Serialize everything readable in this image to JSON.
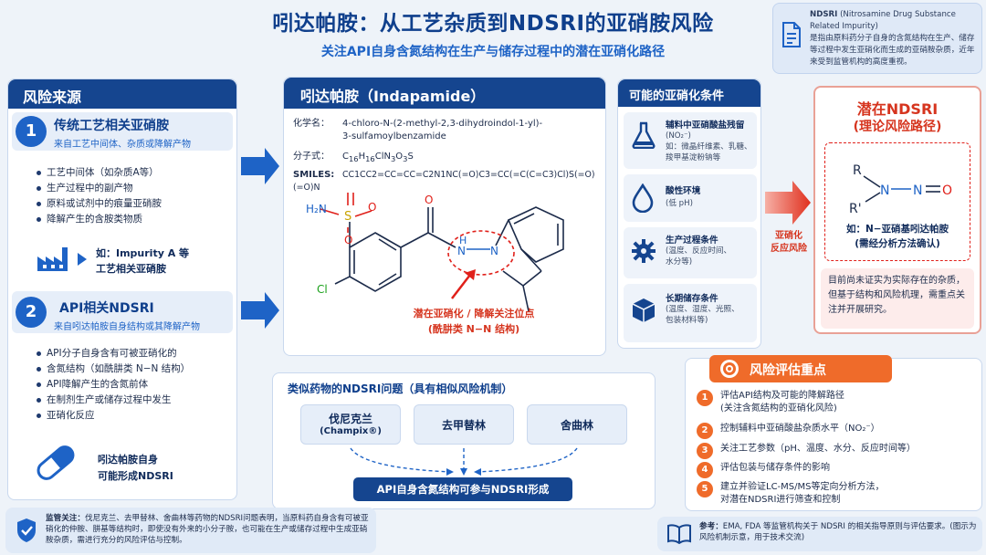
{
  "title": "吲达帕胺：从工艺杂质到NDSRI的亚硝胺风险",
  "subtitle": "关注API自身含氮结构在生产与储存过程中的潜在亚硝化路径",
  "ndsri_def": {
    "term": "NDSRI",
    "term_full": "(Nitrosamine Drug Substance Related Impurity)",
    "text": "是指由原料药分子自身的含氮结构在生产、储存等过程中发生亚硝化而生成的亚硝胺杂质，近年来受到监管机构的高度重视。"
  },
  "risk_source": {
    "header": "风险来源",
    "s1": {
      "num": "1",
      "title": "传统工艺相关亚硝胺",
      "sub": "来自工艺中间体、杂质或降解产物",
      "items": [
        "工艺中间体（如杂质A等）",
        "生产过程中的副产物",
        "原料或试剂中的痕量亚硝胺",
        "降解产生的含胺类物质"
      ],
      "example": [
        "如：Impurity A 等",
        "工艺相关亚硝胺"
      ]
    },
    "s2": {
      "num": "2",
      "title": "API相关NDSRI",
      "sub": "来自吲达帕胺自身结构或其降解产物",
      "items": [
        "API分子自身含有可被亚硝化的",
        "含氮结构（如酰肼类 N−N 结构）",
        "API降解产生的含氮前体",
        "在制剂生产或储存过程中发生",
        "亚硝化反应"
      ],
      "example": [
        "吲达帕胺自身",
        "可能形成NDSRI"
      ]
    }
  },
  "compound": {
    "header": "吲达帕胺（Indapamide）",
    "chem_label": "化学名：",
    "chem_name_1": "4-chloro-N-(2-methyl-2,3-dihydroindol-1-yl)-",
    "chem_name_2": "3-sulfamoylbenzamide",
    "formula_label": "分子式：",
    "formula_main": "C",
    "formula_parts": [
      "16",
      "H",
      "16",
      "ClN",
      "3",
      "O",
      "3",
      "S"
    ],
    "smiles_label": "SMILES:",
    "smiles": "CC1CC2=CC=CC=C2N1NC(=O)C3=CC(=C(C=C3)Cl)S(=O)(=O)N",
    "atoms": {
      "h2n": "H₂N",
      "s": "S",
      "o1": "O",
      "o2": "O",
      "o3": "O",
      "cl": "Cl",
      "h": "H",
      "n1": "N",
      "n2": "N"
    },
    "site_label_1": "潜在亚硝化 / 降解关注位点",
    "site_label_2": "(酰肼类 N−N 结构)"
  },
  "conditions": {
    "header": "可能的亚硝化条件",
    "items": [
      {
        "title": "辅料中亚硝酸盐残留",
        "desc": [
          "(NO₂⁻)",
          "如：微晶纤维素、乳糖、",
          "羧甲基淀粉钠等"
        ],
        "icon": "flask-icon"
      },
      {
        "title": "酸性环境",
        "desc": [
          "(低 pH)"
        ],
        "icon": "droplet-icon"
      },
      {
        "title": "生产过程条件",
        "desc": [
          "(温度、反应时间、",
          "水分等)"
        ],
        "icon": "gear-icon"
      },
      {
        "title": "长期储存条件",
        "desc": [
          "(温度、湿度、光照、",
          "包装材料等)"
        ],
        "icon": "box-icon"
      }
    ]
  },
  "arrow_label": [
    "亚硝化",
    "反应风险"
  ],
  "ndsri": {
    "title_1": "潜在NDSRI",
    "title_2": "(理论风险路径)",
    "r1": "R",
    "r2": "R'",
    "n1": "N",
    "n2": "N",
    "o": "O",
    "example_1": "如：N−亚硝基吲达帕胺",
    "example_2": "(需经分析方法确认)",
    "note": "目前尚未证实为实际存在的杂质，但基于结构和风险机理，需重点关注并开展研究。"
  },
  "similar": {
    "header": "类似药物的NDSRI问题（具有相似风险机制）",
    "drugs": [
      {
        "line1": "伐尼克兰",
        "line2": "(Champix®)"
      },
      {
        "line1": "去甲替林",
        "line2": ""
      },
      {
        "line1": "舍曲林",
        "line2": ""
      }
    ],
    "bottom": "API自身含氮结构可参与NDSRI形成"
  },
  "risk_assessment": {
    "header": "风险评估重点",
    "items": [
      {
        "num": "1",
        "text": [
          "评估API结构及可能的降解路径",
          "(关注含氮结构的亚硝化风险)"
        ]
      },
      {
        "num": "2",
        "text": [
          "控制辅料中亚硝酸盐杂质水平（NO₂⁻）"
        ]
      },
      {
        "num": "3",
        "text": [
          "关注工艺参数（pH、温度、水分、反应时间等）"
        ]
      },
      {
        "num": "4",
        "text": [
          "评估包装与储存条件的影响"
        ]
      },
      {
        "num": "5",
        "text": [
          "建立并验证LC-MS/MS等定向分析方法，",
          "对潜在NDSRI进行筛查和控制"
        ]
      }
    ]
  },
  "regulatory": {
    "label": "监管关注：",
    "text": "伐尼克兰、去甲替林、舍曲林等药物的NDSRI问题表明，当原料药自身含有可被亚硝化的仲胺、肼基等结构时，即使没有外来的小分子胺，也可能在生产或储存过程中生成亚硝胺杂质，需进行充分的风险评估与控制。"
  },
  "reference": {
    "label": "参考：",
    "text": "EMA, FDA 等监管机构关于 NDSRI 的相关指导原则与评估要求。(图示为风险机制示意，用于技术交流)"
  },
  "colors": {
    "navy": "#15458f",
    "blue": "#1e63c6",
    "red": "#d6351f",
    "orange": "#ef6b2a"
  }
}
